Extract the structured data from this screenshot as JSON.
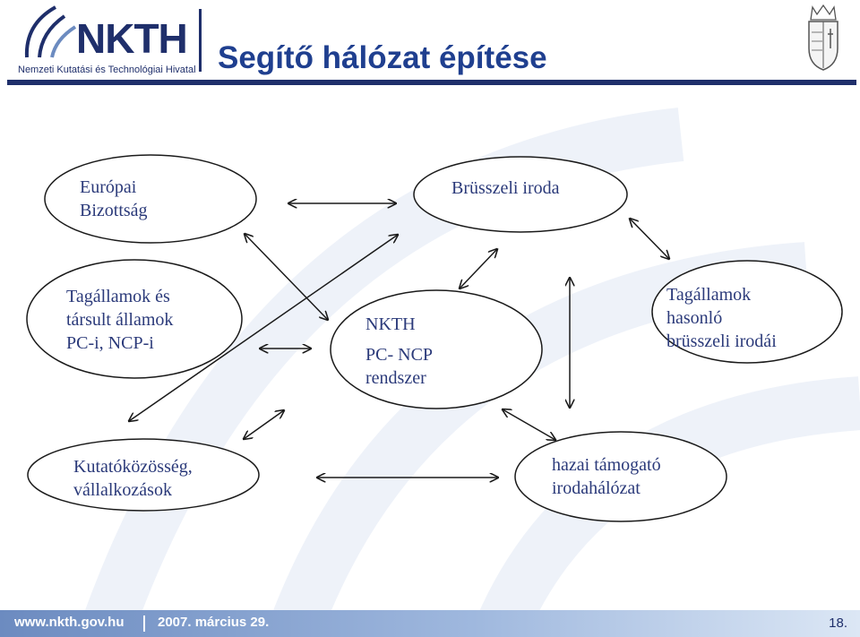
{
  "header": {
    "logo_text": "NKTH",
    "logo_subtitle": "Nemzeti Kutatási és Technológiai Hivatal",
    "title": "Segítő hálózat építése"
  },
  "diagram": {
    "nodes": [
      {
        "id": "europai-bizottsag",
        "lines": [
          "Európai",
          "Bizottság"
        ]
      },
      {
        "id": "brusszeli-iroda",
        "lines": [
          "Brüsszeli iroda"
        ]
      },
      {
        "id": "tagallamok-es-tarsult",
        "lines": [
          "Tagállamok és",
          "társult államok",
          "PC-i, NCP-i"
        ]
      },
      {
        "id": "nkth-pc-ncp",
        "lines": [
          "NKTH",
          "PC- NCP",
          "rendszer"
        ]
      },
      {
        "id": "tagallamok-hasonlo",
        "lines": [
          "Tagállamok",
          "hasonló",
          "brüsszeli irodái"
        ]
      },
      {
        "id": "kutatokozosseg",
        "lines": [
          "Kutatóközösség,",
          "vállalkozások"
        ]
      },
      {
        "id": "hazai-tamogato",
        "lines": [
          "hazai támogató",
          "irodahálózat"
        ]
      }
    ]
  },
  "footer": {
    "url": "www.nkth.gov.hu",
    "date": "2007. március 29.",
    "page": "18."
  },
  "colors": {
    "brand": "#1f2f6b",
    "title": "#1f3f8f",
    "text": "#2b3a7a",
    "footer": "#6c8bc0"
  }
}
